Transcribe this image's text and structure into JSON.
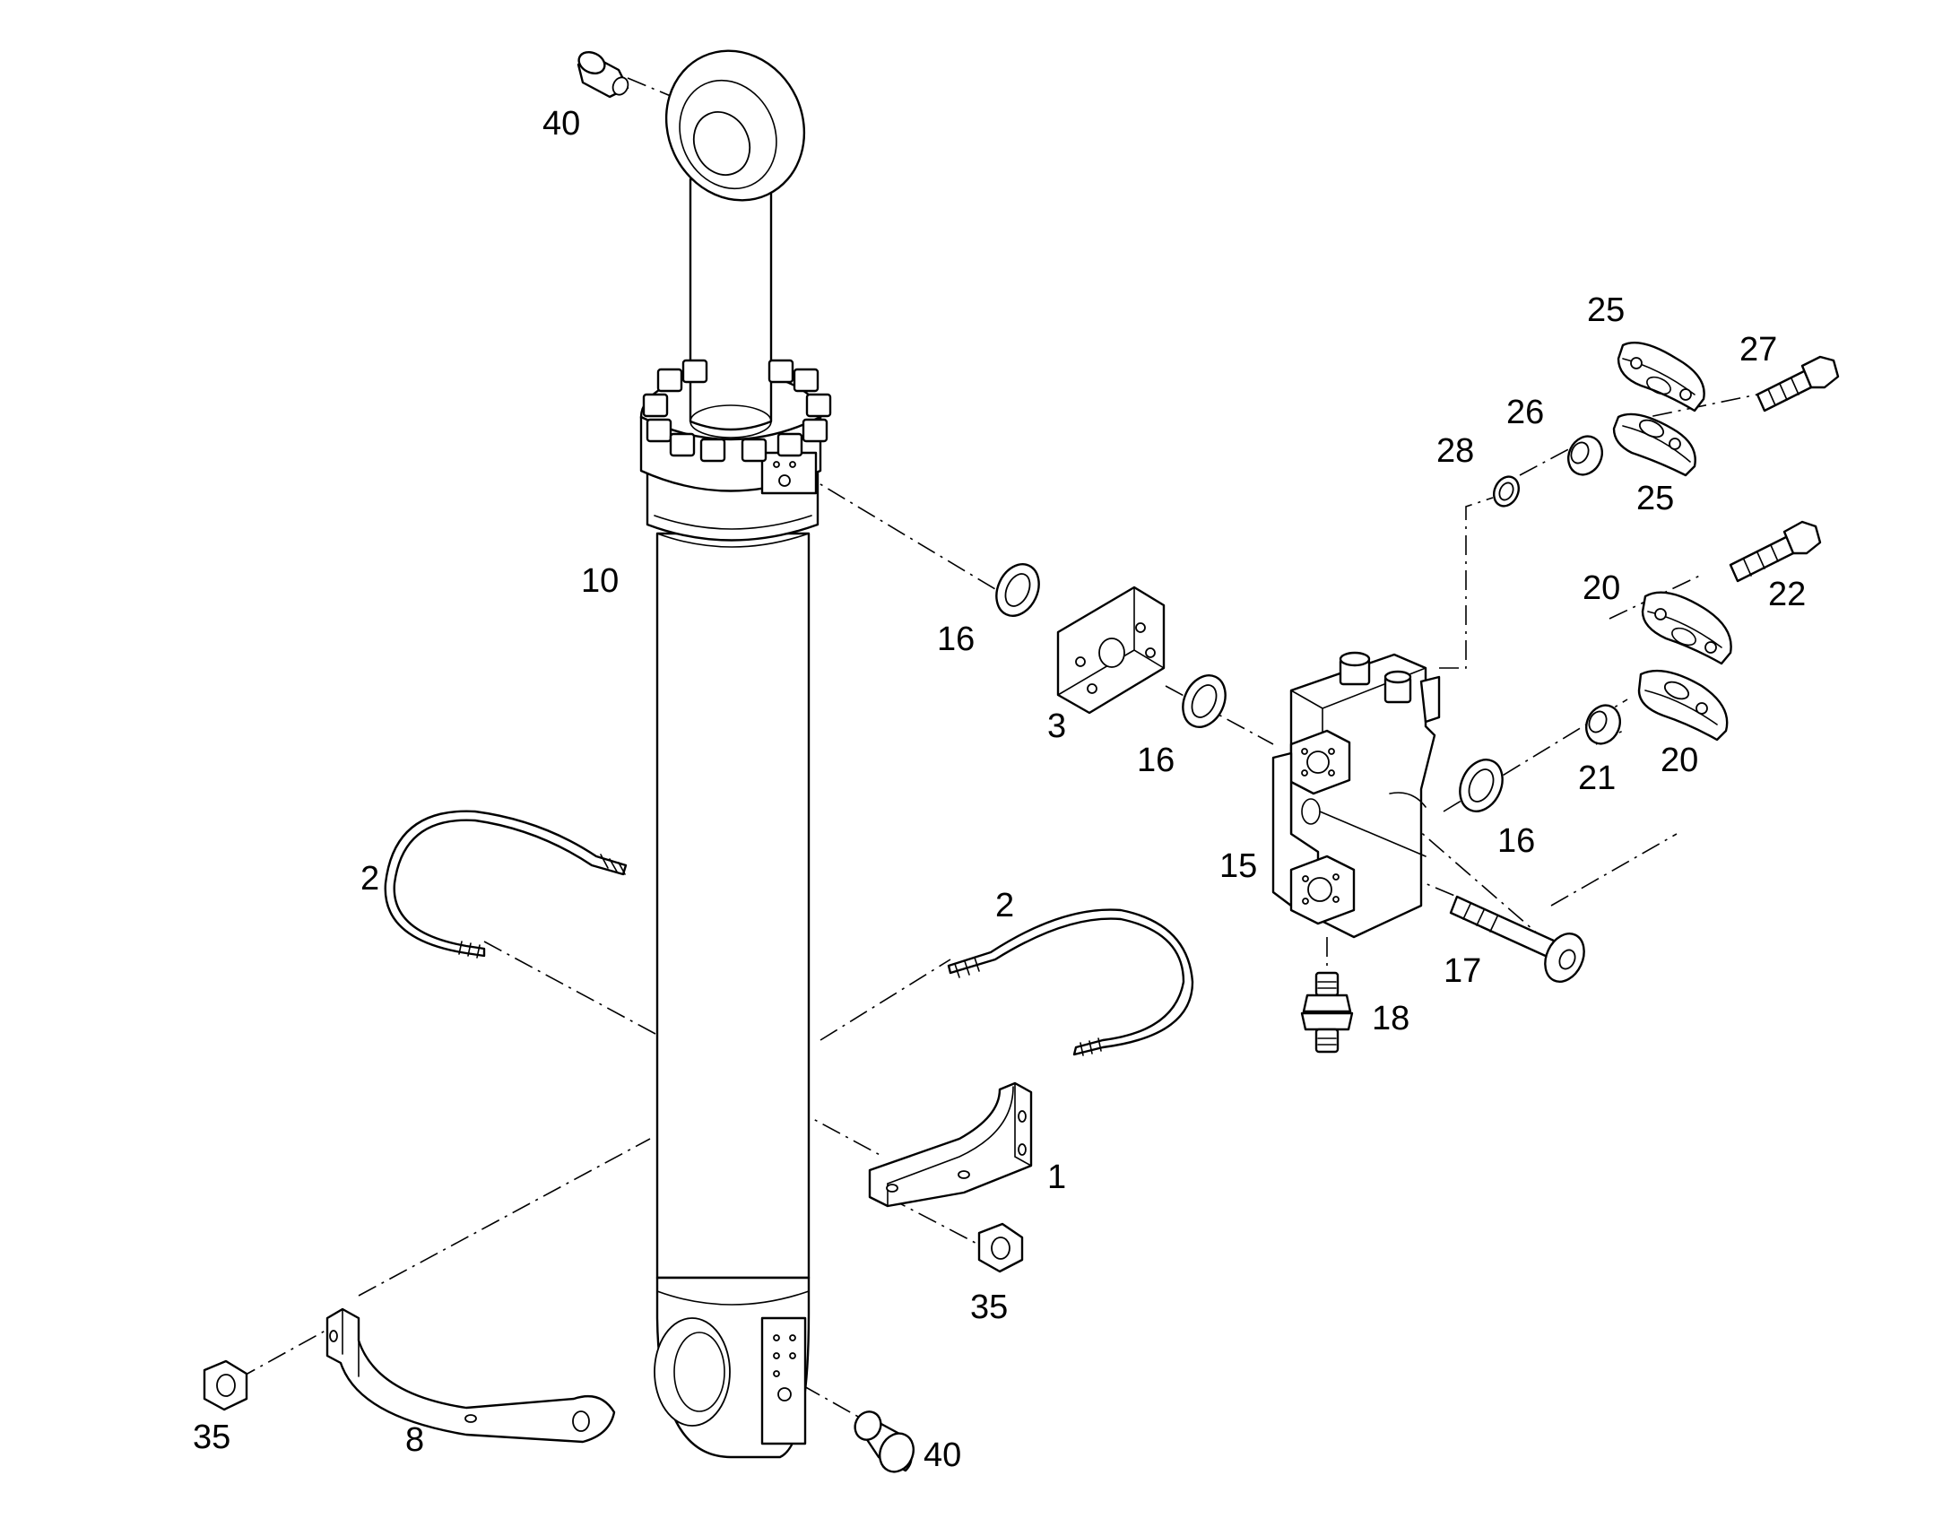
{
  "diagram": {
    "labels": [
      {
        "id": "p40a",
        "text": "40"
      },
      {
        "id": "p10",
        "text": "10"
      },
      {
        "id": "p16a",
        "text": "16"
      },
      {
        "id": "p3",
        "text": "3"
      },
      {
        "id": "p16b",
        "text": "16"
      },
      {
        "id": "p25a",
        "text": "25"
      },
      {
        "id": "p27",
        "text": "27"
      },
      {
        "id": "p26",
        "text": "26"
      },
      {
        "id": "p28",
        "text": "28"
      },
      {
        "id": "p25b",
        "text": "25"
      },
      {
        "id": "p20a",
        "text": "20"
      },
      {
        "id": "p22",
        "text": "22"
      },
      {
        "id": "p21",
        "text": "21"
      },
      {
        "id": "p20b",
        "text": "20"
      },
      {
        "id": "p16c",
        "text": "16"
      },
      {
        "id": "p15",
        "text": "15"
      },
      {
        "id": "p17",
        "text": "17"
      },
      {
        "id": "p18",
        "text": "18"
      },
      {
        "id": "p2a",
        "text": "2"
      },
      {
        "id": "p2b",
        "text": "2"
      },
      {
        "id": "p1",
        "text": "1"
      },
      {
        "id": "p35a",
        "text": "35"
      },
      {
        "id": "p35b",
        "text": "35"
      },
      {
        "id": "p8",
        "text": "8"
      },
      {
        "id": "p40b",
        "text": "40"
      }
    ]
  }
}
